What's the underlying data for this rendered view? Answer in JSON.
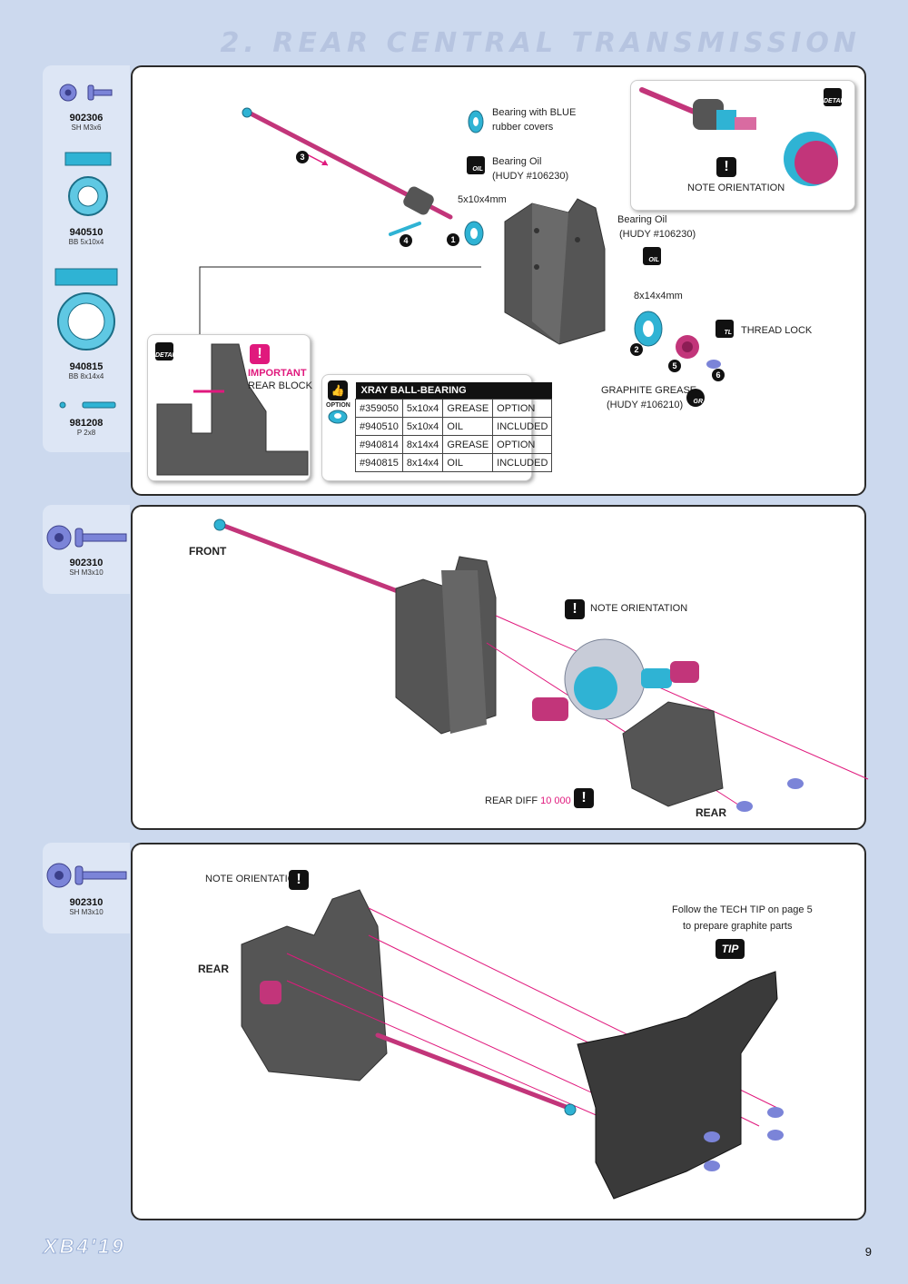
{
  "page": {
    "title": "2. REAR CENTRAL TRANSMISSION",
    "logo": "XB4'19",
    "page_number": "9"
  },
  "colors": {
    "background": "#ccd9ee",
    "accent_magenta": "#e0197d",
    "part_blue": "#7b84d8",
    "bearing_teal": "#2fb3d4"
  },
  "step1": {
    "parts": [
      {
        "code": "902306",
        "spec": "SH M3x6"
      },
      {
        "code": "940510",
        "spec": "BB 5x10x4"
      },
      {
        "code": "940815",
        "spec": "BB 8x14x4"
      },
      {
        "code": "981208",
        "spec": "P 2x8"
      }
    ],
    "bearing_blue": "Bearing with BLUE",
    "bearing_blue_2": "rubber covers",
    "oil_1": "Bearing Oil",
    "oil_1_ref": "(HUDY #106230)",
    "size_1": "5x10x4mm",
    "oil_2": "Bearing Oil",
    "oil_2_ref": "(HUDY #106230)",
    "size_2": "8x14x4mm",
    "thread_lock": "THREAD LOCK",
    "grease": "GRAPHITE GREASE",
    "grease_ref": "(HUDY #106210)",
    "detail_note": "NOTE ORIENTATION",
    "important": "IMPORTANT",
    "rear_block": "REAR BLOCK",
    "option_label": "OPTION",
    "icon_oil": "OIL",
    "icon_tl": "TL",
    "icon_gr": "GR",
    "icon_detail": "DETAIL",
    "steps": [
      "3",
      "4",
      "1",
      "2",
      "5",
      "6"
    ],
    "table": {
      "title": "XRAY BALL-BEARING",
      "rows": [
        [
          "#359050",
          "5x10x4",
          "GREASE",
          "OPTION"
        ],
        [
          "#940510",
          "5x10x4",
          "OIL",
          "INCLUDED"
        ],
        [
          "#940814",
          "8x14x4",
          "GREASE",
          "OPTION"
        ],
        [
          "#940815",
          "8x14x4",
          "OIL",
          "INCLUDED"
        ]
      ]
    }
  },
  "step2": {
    "part": {
      "code": "902310",
      "spec": "SH M3x10"
    },
    "front": "FRONT",
    "rear": "REAR",
    "note": "NOTE ORIENTATION",
    "diff_label": "REAR DIFF",
    "diff_value": "10 000 cSt"
  },
  "step3": {
    "part": {
      "code": "902310",
      "spec": "SH M3x10"
    },
    "note": "NOTE ORIENTATION",
    "rear": "REAR",
    "tip_line1": "Follow the TECH TIP on page 5",
    "tip_line2": "to prepare graphite parts",
    "tip_badge": "TIP"
  }
}
